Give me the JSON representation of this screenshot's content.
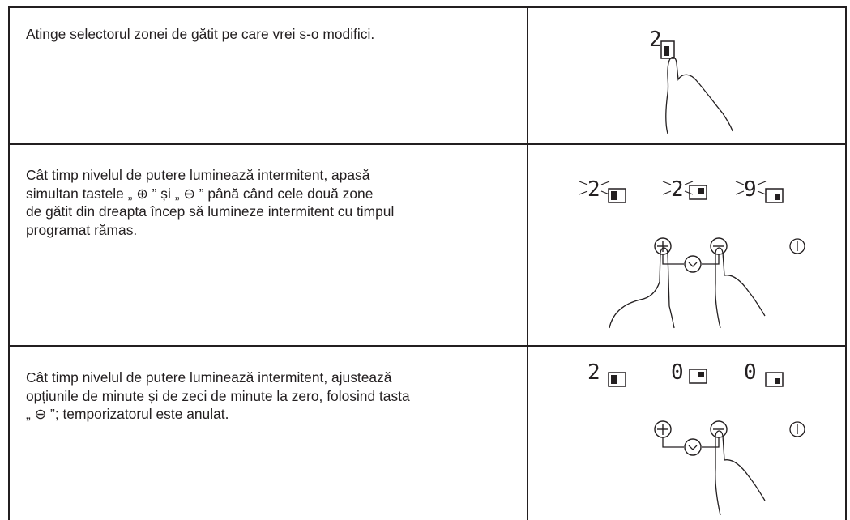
{
  "steps": [
    {
      "instruction": "Atinge selectorul zonei de gătit pe care vrei s-o modifici.",
      "display_digits": [
        "2"
      ]
    },
    {
      "instruction_lines": [
        "Cât timp nivelul de putere luminează intermitent, apasă",
        "simultan tastele „ ⊕ ” și „ ⊖ ” până când cele două zone",
        "de gătit din dreapta încep să lumineze intermitent cu timpul",
        "programat rămas."
      ],
      "display_digits": [
        "2",
        "2",
        "9"
      ]
    },
    {
      "instruction_lines": [
        "Cât timp nivelul de putere luminează intermitent, ajustează",
        "opțiunile de minute și de zeci de minute la zero, folosind tasta",
        "„ ⊖ ”; temporizatorul este anulat."
      ],
      "display_digits": [
        "2",
        "0",
        "0"
      ]
    }
  ]
}
